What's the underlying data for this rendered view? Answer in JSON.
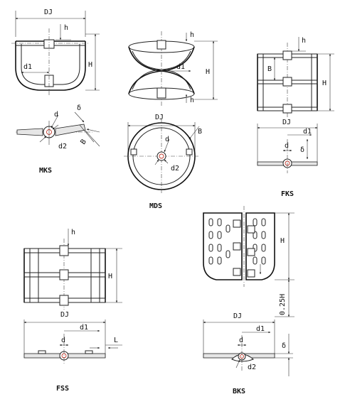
{
  "figures": [
    {
      "id": "mks",
      "caption": "MKS",
      "labels": {
        "dj": "DJ",
        "h_small": "h",
        "h_big": "H",
        "d1": "d1",
        "d": "d",
        "delta": "δ",
        "d2": "d2",
        "b": "B"
      }
    },
    {
      "id": "mds",
      "caption": "MDS",
      "labels": {
        "h_top": "h",
        "h_big": "H",
        "d1": "d1",
        "h_bottom": "h",
        "dj": "DJ",
        "d": "d",
        "b": "B",
        "d2": "d2"
      }
    },
    {
      "id": "fks",
      "caption": "FKS",
      "labels": {
        "h_small": "h",
        "b": "B",
        "h_big": "H",
        "dj": "DJ",
        "d1": "d1",
        "d": "d",
        "delta": "δ"
      }
    },
    {
      "id": "fss",
      "caption": "FSS",
      "labels": {
        "h_small": "h",
        "h_big": "H",
        "dj": "DJ",
        "d1": "d1",
        "d": "d",
        "l": "L"
      }
    },
    {
      "id": "bks",
      "caption": "BKS",
      "labels": {
        "h_big": "H",
        "h_quarter": "0.25H",
        "dj": "DJ",
        "d1": "d1",
        "d": "d",
        "delta": "δ",
        "d2": "d2"
      }
    }
  ]
}
